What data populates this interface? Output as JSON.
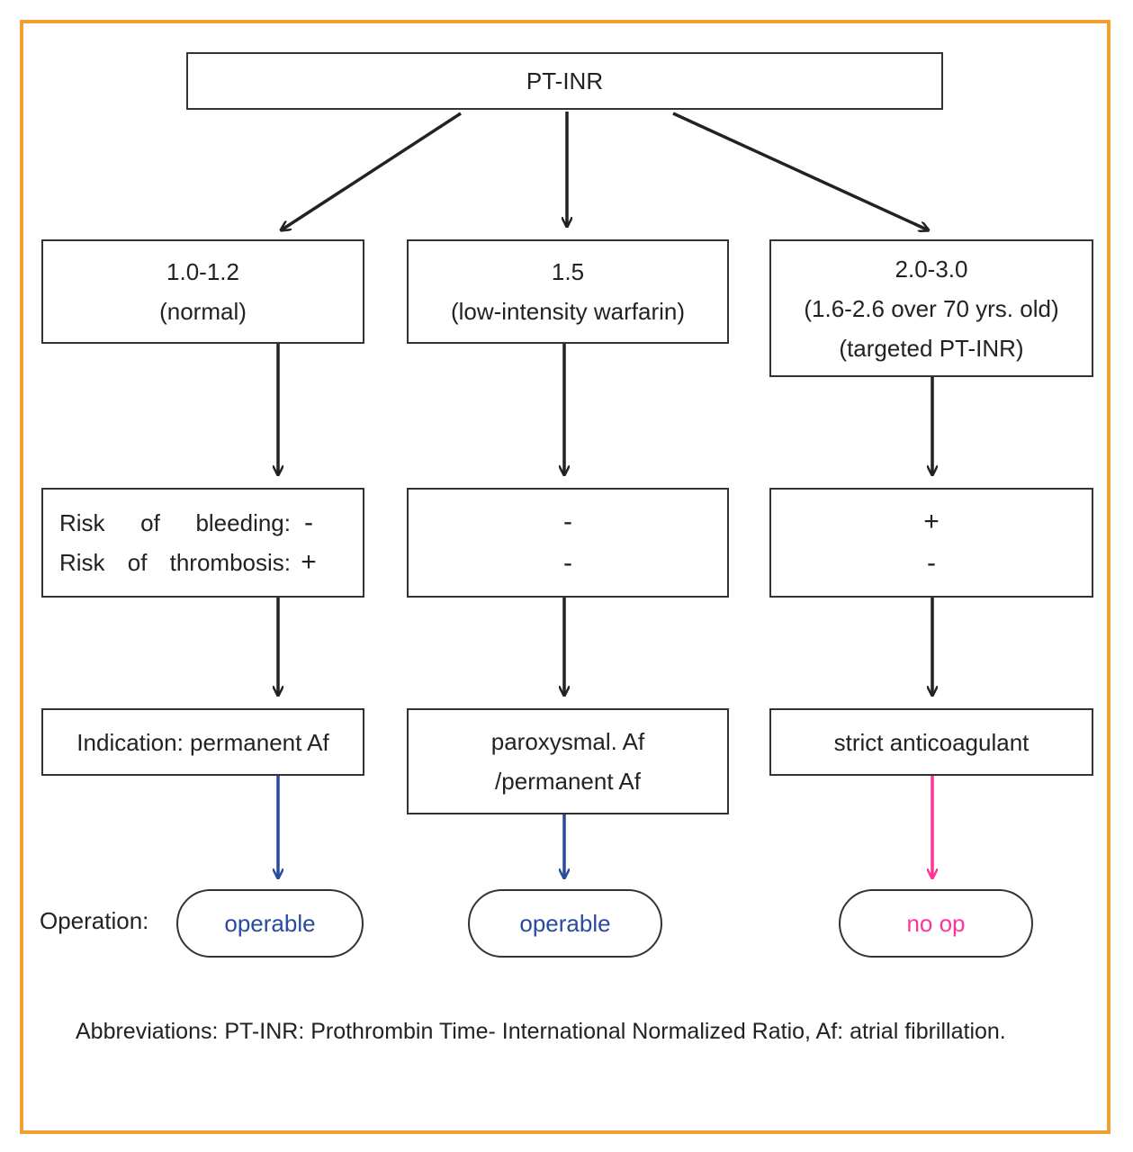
{
  "colors": {
    "frame": "#f0a030",
    "line": "#222222",
    "operable": "#2a4aa0",
    "no_op": "#ff3399"
  },
  "root": {
    "label": "PT-INR"
  },
  "columns": [
    {
      "range": {
        "line1": "1.0-1.2",
        "line2": "(normal)",
        "line3": ""
      },
      "risk": {
        "bleeding_label": "Risk of bleeding:",
        "bleeding": "-",
        "thrombosis_label": "Risk of thrombosis:",
        "thrombosis": "+"
      },
      "indication": {
        "line1": "Indication: permanent Af",
        "line2": ""
      },
      "operation": "operable"
    },
    {
      "range": {
        "line1": "1.5",
        "line2": "(low-intensity warfarin)",
        "line3": ""
      },
      "risk": {
        "bleeding": "-",
        "thrombosis": "-"
      },
      "indication": {
        "line1": "paroxysmal. Af",
        "line2": "/permanent Af"
      },
      "operation": "operable"
    },
    {
      "range": {
        "line1": "2.0-3.0",
        "line2": "(1.6-2.6 over 70 yrs. old)",
        "line3": "(targeted PT-INR)"
      },
      "risk": {
        "bleeding": "+",
        "thrombosis": "-"
      },
      "indication": {
        "line1": "strict anticoagulant",
        "line2": ""
      },
      "operation": "no op"
    }
  ],
  "operation_label": "Operation:",
  "abbreviations": "Abbreviations: PT-INR: Prothrombin Time- International Normalized Ratio, Af: atrial fibrillation."
}
